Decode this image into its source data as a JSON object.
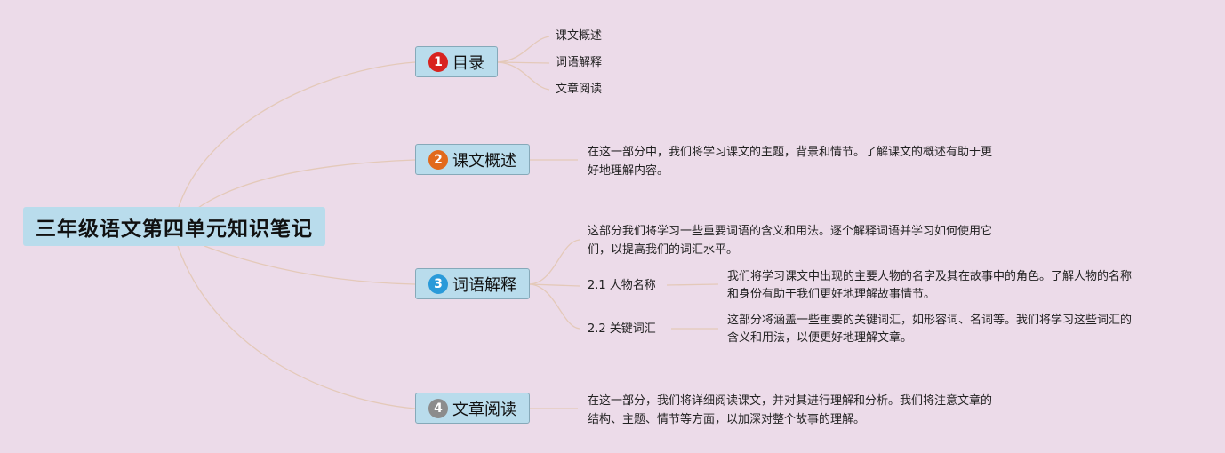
{
  "title": "三年级语文第四单元知识笔记",
  "branches": [
    {
      "number": "1",
      "label": "目录",
      "badge_color": "#d8231f",
      "children": [
        "课文概述",
        "词语解释",
        "文章阅读"
      ]
    },
    {
      "number": "2",
      "label": "课文概述",
      "badge_color": "#e26a1c",
      "text_line1": "在这一部分中，我们将学习课文的主题，背景和情节。了解课文的概述有助于更",
      "text_line2": "好地理解内容。"
    },
    {
      "number": "3",
      "label": "词语解释",
      "badge_color": "#2a9ad9",
      "text_line1": "这部分我们将学习一些重要词语的含义和用法。逐个解释词语并学习如何使用它",
      "text_line2": "们，以提高我们的词汇水平。",
      "subtopics": [
        {
          "label": "2.1 人物名称",
          "text_line1": "我们将学习课文中出现的主要人物的名字及其在故事中的角色。了解人物的名称",
          "text_line2": "和身份有助于我们更好地理解故事情节。"
        },
        {
          "label": "2.2 关键词汇",
          "text_line1": "这部分将涵盖一些重要的关键词汇，如形容词、名词等。我们将学习这些词汇的",
          "text_line2": "含义和用法，以便更好地理解文章。"
        }
      ]
    },
    {
      "number": "4",
      "label": "文章阅读",
      "badge_color": "#8c8c8c",
      "text_line1": "在这一部分，我们将详细阅读课文，并对其进行理解和分析。我们将注意文章的",
      "text_line2": "结构、主题、情节等方面，以加深对整个故事的理解。"
    }
  ],
  "link_color": "#e4c9b9"
}
